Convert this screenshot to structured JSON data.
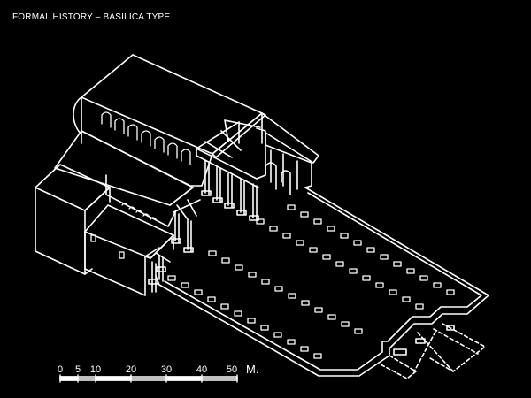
{
  "slide": {
    "title": "FORMAL HISTORY – BASILICA TYPE"
  },
  "scale_bar": {
    "ticks": [
      "0",
      "5",
      "10",
      "20",
      "30",
      "40",
      "50"
    ],
    "unit": "M."
  },
  "colors": {
    "background": "#000000",
    "line": "#ffffff"
  }
}
